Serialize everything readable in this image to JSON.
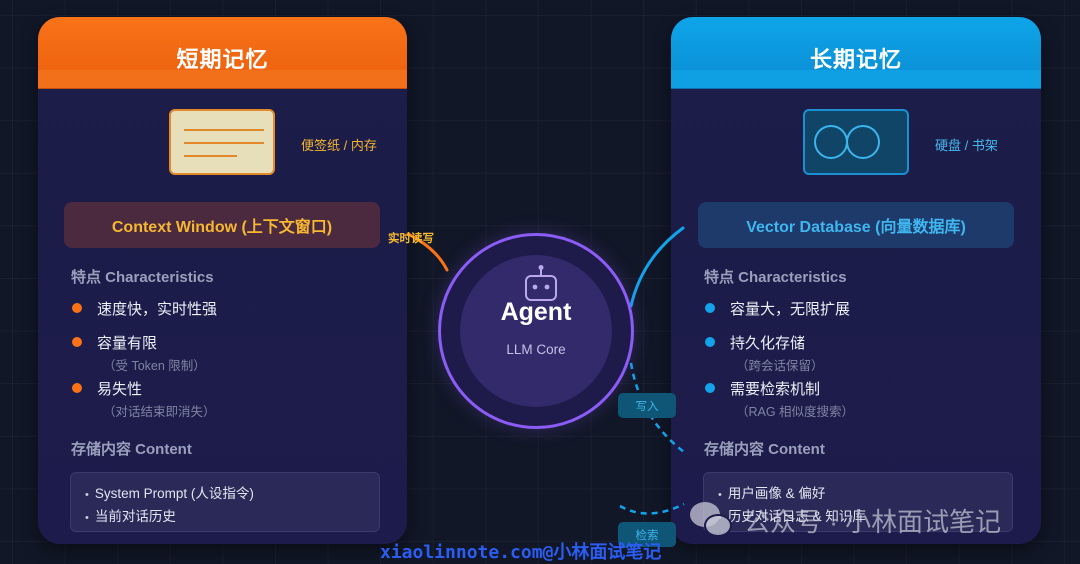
{
  "short_term": {
    "title": "短期记忆",
    "icon": "sticky-note-icon",
    "icon_caption": "便签纸 / 内存",
    "tech": "Context Window (上下文窗口)",
    "characteristics_label": "特点 Characteristics",
    "characteristics": [
      {
        "main": "速度快，实时性强",
        "sub": ""
      },
      {
        "main": "容量有限",
        "sub": "（受 Token 限制）"
      },
      {
        "main": "易失性",
        "sub": "（对话结束即消失）"
      }
    ],
    "content_label": "存储内容 Content",
    "content": [
      "System Prompt (人设指令)",
      "当前对话历史"
    ],
    "accent": "#f97316"
  },
  "long_term": {
    "title": "长期记忆",
    "icon": "hard-disk-icon",
    "icon_caption": "硬盘 / 书架",
    "tech": "Vector Database (向量数据库)",
    "characteristics_label": "特点 Characteristics",
    "characteristics": [
      {
        "main": "容量大，无限扩展",
        "sub": ""
      },
      {
        "main": "持久化存储",
        "sub": "（跨会话保留）"
      },
      {
        "main": "需要检索机制",
        "sub": "（RAG 相似度搜索）"
      }
    ],
    "content_label": "存储内容 Content",
    "content": [
      "用户画像 & 偏好",
      "历史对话日志 & 知识库"
    ],
    "accent": "#0ea5e9"
  },
  "agent": {
    "icon": "robot-icon",
    "title": "Agent",
    "subtitle": "LLM Core",
    "accent": "#8b5cf6"
  },
  "flows": {
    "read_write": "实时读写",
    "write": "写入",
    "retrieve": "检索"
  },
  "footer": "xiaolinnote.com@小林面试笔记",
  "watermark": "公众号 · 小林面试笔记"
}
